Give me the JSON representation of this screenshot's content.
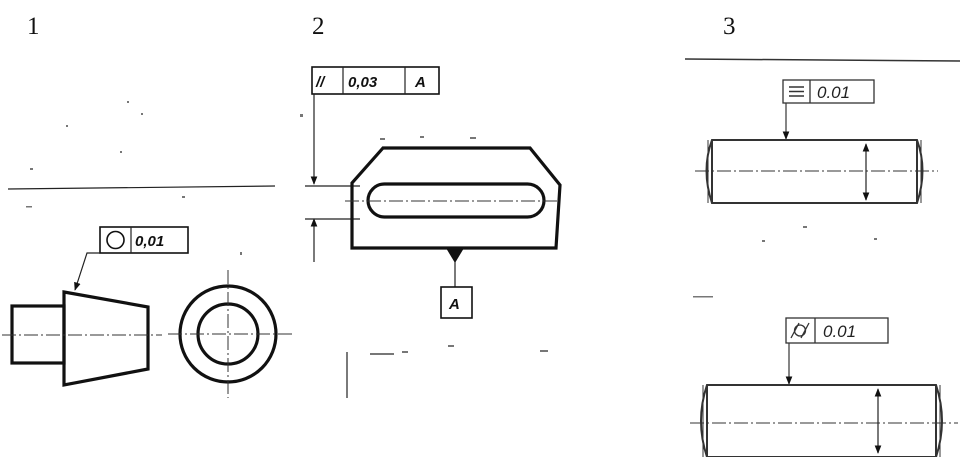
{
  "figures": [
    {
      "number": "1",
      "tolerance_frame": {
        "symbol": "circularity-icon",
        "value": "0,01"
      }
    },
    {
      "number": "2",
      "tolerance_frame": {
        "symbol": "parallelism-icon",
        "symbol_text": "//",
        "value": "0,03",
        "datum": "A"
      },
      "datum_label": "A"
    },
    {
      "number": "3",
      "tolerance_frames": [
        {
          "symbol": "symmetry-icon",
          "value": "0.01"
        },
        {
          "symbol": "cylindricity-icon",
          "value": "0.01"
        }
      ]
    }
  ]
}
